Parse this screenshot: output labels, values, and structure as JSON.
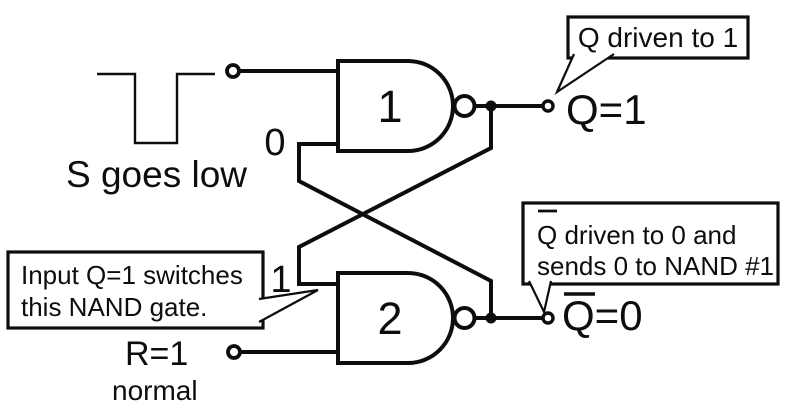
{
  "diagram": {
    "description": "NAND-gate SR latch circuit with annotation callouts",
    "colors": {
      "ink": "#0d0d0d",
      "background": "#ffffff"
    },
    "inputs": {
      "s_label": "S goes low",
      "r_label": "R=1",
      "r_sublabel": "normal"
    },
    "gates": {
      "gate1_label": "1",
      "gate2_label": "2"
    },
    "signals": {
      "to_gate1_value": "0",
      "to_gate2_value": "1"
    },
    "outputs": {
      "q_label": "Q=1",
      "qbar_label": "Q=0"
    },
    "callouts": {
      "q": {
        "text": "Q driven to 1"
      },
      "qbar": {
        "line1": "Q driven to 0 and",
        "line2": "sends 0 to NAND #1"
      },
      "gate2_input": {
        "line1": "Input Q=1 switches",
        "line2": "this NAND gate."
      }
    }
  }
}
